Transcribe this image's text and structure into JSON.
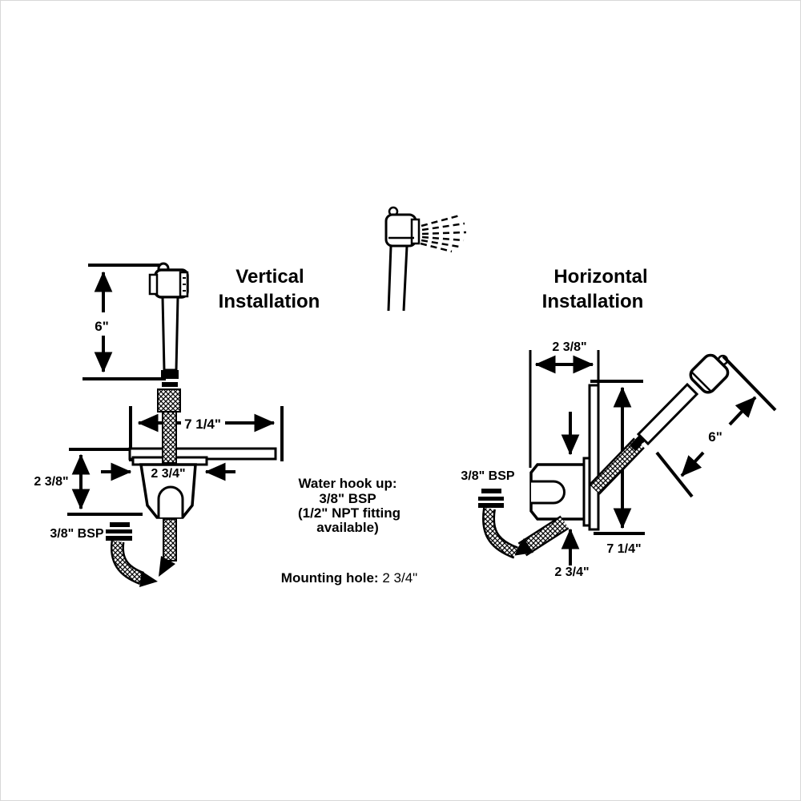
{
  "colors": {
    "ink": "#000000",
    "paper": "#ffffff"
  },
  "vertical": {
    "title_line1": "Vertical",
    "title_line2": "Installation",
    "dim_height": "6\"",
    "dim_clearance": "7 1/4\"",
    "dim_hole": "2 3/4\"",
    "dim_depth": "2 3/8\"",
    "fitting": "3/8\" BSP"
  },
  "horizontal": {
    "title_line1": "Horizontal",
    "title_line2": "Installation",
    "dim_depth": "2 3/8\"",
    "dim_length": "6\"",
    "dim_clearance": "7 1/4\"",
    "dim_hole": "2 3/4\"",
    "fitting": "3/8\" BSP"
  },
  "notes": {
    "water_line1": "Water hook up:",
    "water_line2": "3/8\" BSP",
    "water_line3": "(1/2\" NPT fitting",
    "water_line4": "available)",
    "mounting_label": "Mounting hole:",
    "mounting_value": " 2 3/4\""
  }
}
